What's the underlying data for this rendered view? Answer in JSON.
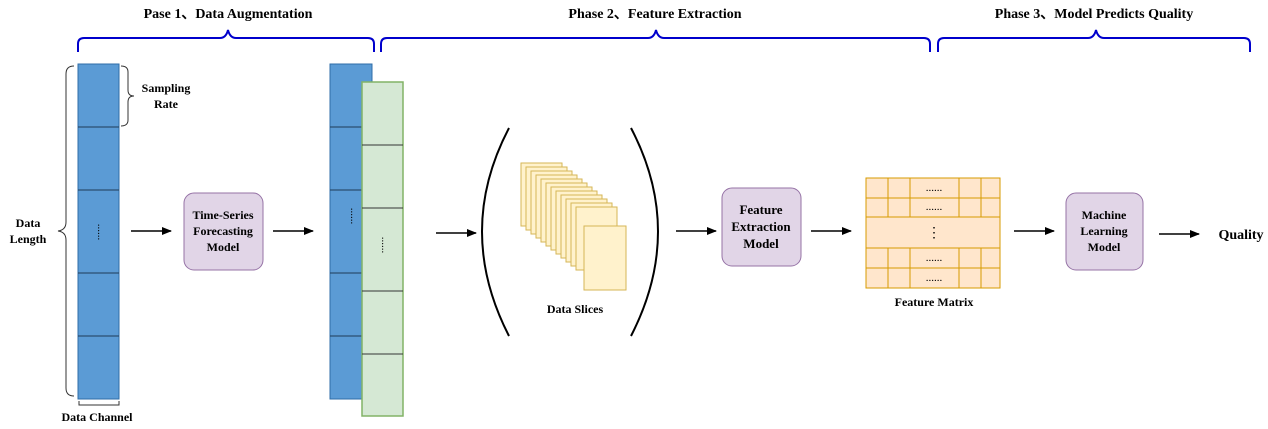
{
  "phases": [
    {
      "title": "Pase 1、Data Augmentation"
    },
    {
      "title": "Phase 2、Feature Extraction"
    },
    {
      "title": "Phase 3、Model Predicts Quality"
    }
  ],
  "input": {
    "sampling_rate": [
      "Sampling",
      "Rate"
    ],
    "data_length": [
      "Data",
      "Length"
    ],
    "data_channel": "Data Channel",
    "ellipsis": "......"
  },
  "models": {
    "forecasting": [
      "Time-Series",
      "Forecasting",
      "Model"
    ],
    "feature_extraction": [
      "Feature",
      "Extraction",
      "Model"
    ],
    "machine_learning": [
      "Machine",
      "Learning",
      "Model"
    ]
  },
  "augmented": {
    "ellipsis": "......"
  },
  "slices": {
    "label": "Data Slices"
  },
  "matrix": {
    "label": "Feature Matrix",
    "dots": "......",
    "vdots": "⋮"
  },
  "output": {
    "label": "Quality"
  },
  "colors": {
    "phase_bracket": "#0000cc",
    "blue_block": "#5b9bd5",
    "blue_border": "#2f6ea8",
    "green_block": "#d5e8d4",
    "green_border": "#82b366",
    "model_fill": "#e1d5e7",
    "model_border": "#9673a6",
    "slice_fill": "#fff2cc",
    "slice_border": "#d6b656",
    "matrix_fill": "#ffe6cc",
    "matrix_border": "#d79b00"
  }
}
